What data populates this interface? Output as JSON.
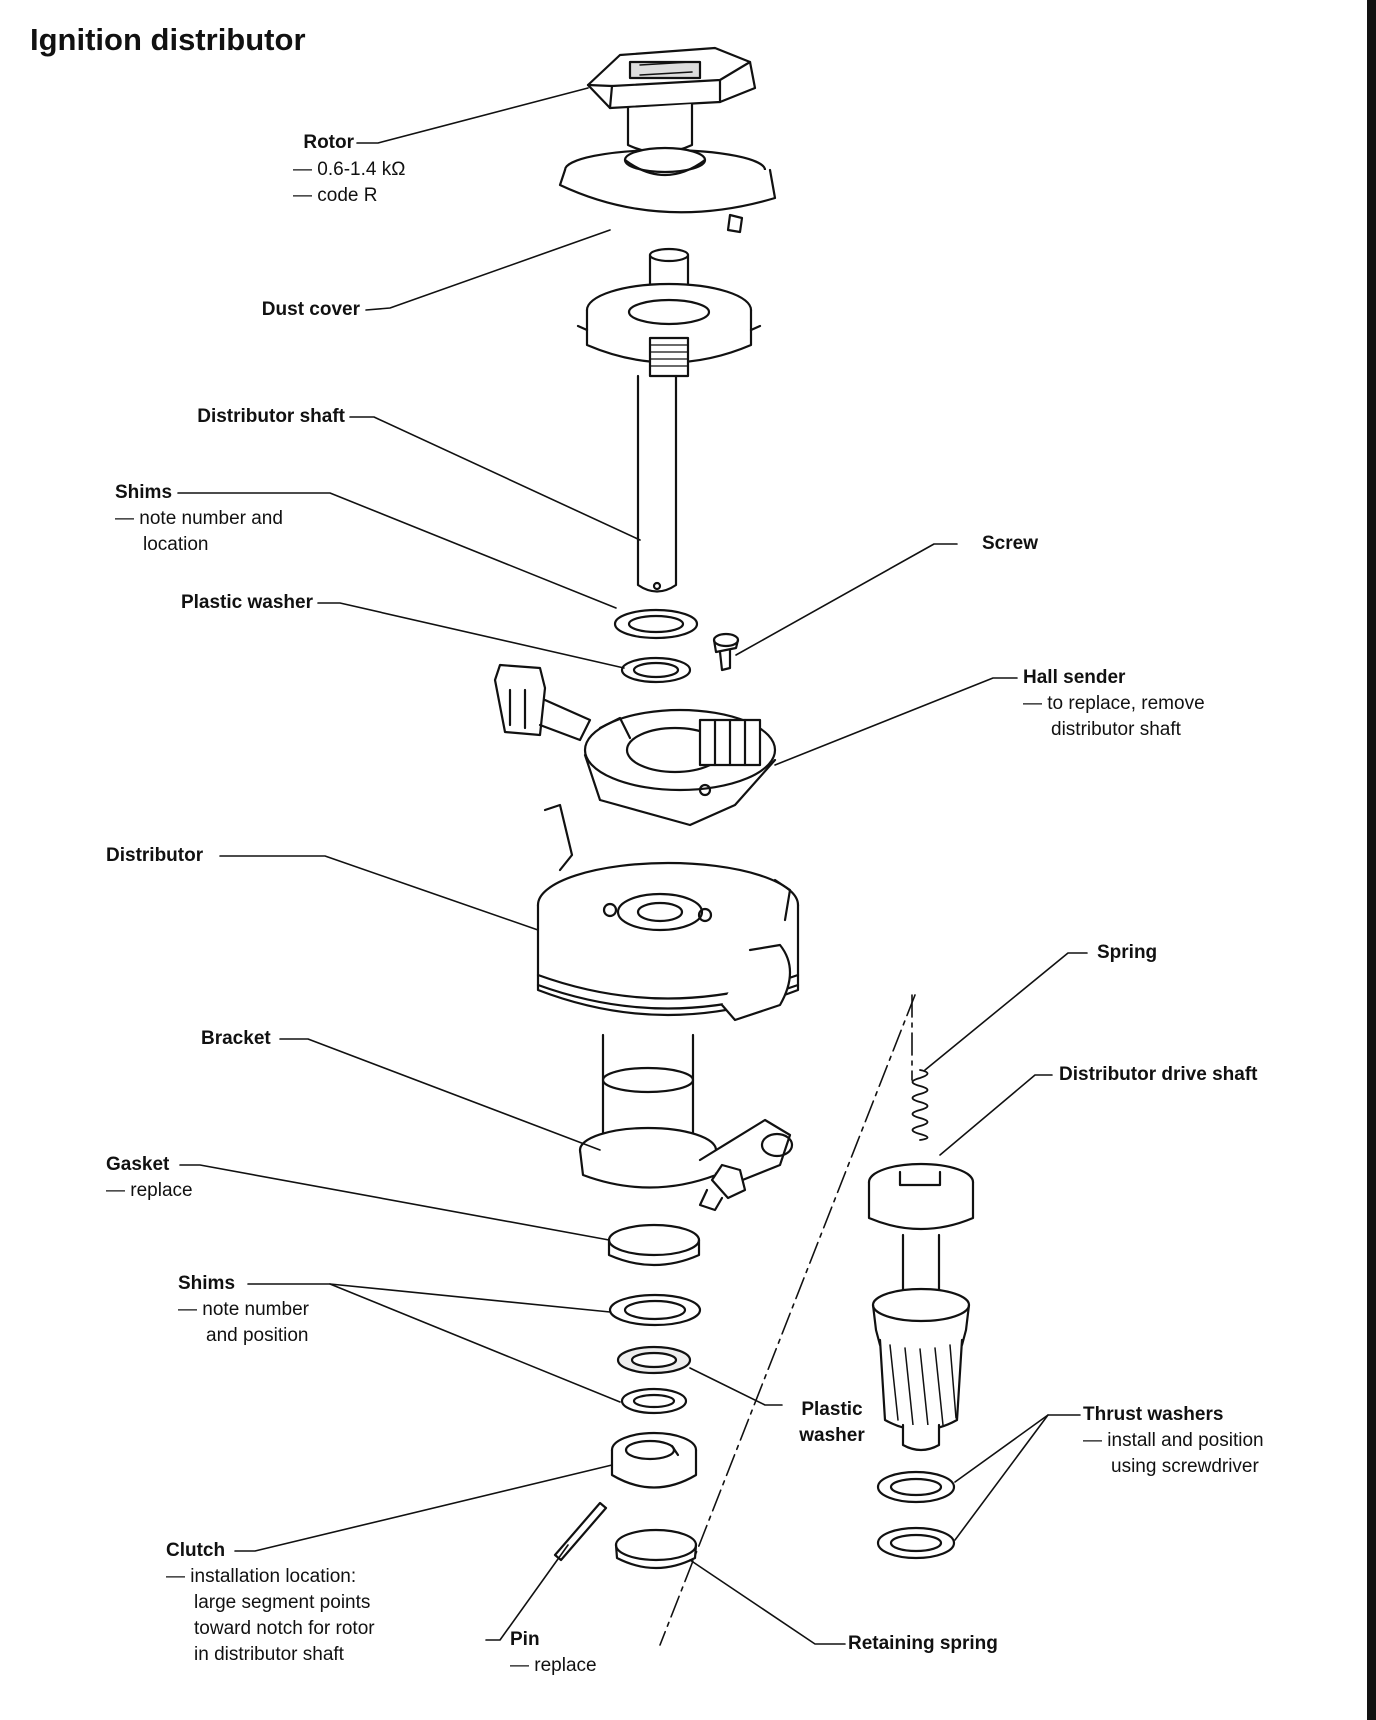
{
  "title": "Ignition distributor",
  "labels": {
    "rotor": {
      "name": "Rotor",
      "notes": [
        "— 0.6-1.4 kΩ",
        "— code R"
      ]
    },
    "dust_cover": {
      "name": "Dust cover"
    },
    "distributor_shaft": {
      "name": "Distributor shaft"
    },
    "shims_top": {
      "name": "Shims",
      "notes": [
        "— note number and",
        "location"
      ]
    },
    "plastic_washer_top": {
      "name": "Plastic washer"
    },
    "screw": {
      "name": "Screw"
    },
    "hall_sender": {
      "name": "Hall sender",
      "notes": [
        "— to replace, remove",
        "distributor shaft"
      ]
    },
    "distributor": {
      "name": "Distributor"
    },
    "spring": {
      "name": "Spring"
    },
    "distributor_drive_shaft": {
      "name": "Distributor drive shaft"
    },
    "bracket": {
      "name": "Bracket"
    },
    "gasket": {
      "name": "Gasket",
      "notes": [
        "— replace"
      ]
    },
    "shims_bottom": {
      "name": "Shims",
      "notes": [
        "— note number",
        "and position"
      ]
    },
    "plastic_washer_bottom": {
      "name_lines": [
        "Plastic",
        "washer"
      ]
    },
    "thrust_washers": {
      "name": "Thrust washers",
      "notes": [
        "— install and position",
        "using screwdriver"
      ]
    },
    "clutch": {
      "name": "Clutch",
      "notes": [
        "— installation location:",
        "large segment points",
        "toward notch for rotor",
        "in distributor shaft"
      ]
    },
    "pin": {
      "name": "Pin",
      "notes": [
        "— replace"
      ]
    },
    "retaining_spring": {
      "name": "Retaining spring"
    }
  }
}
